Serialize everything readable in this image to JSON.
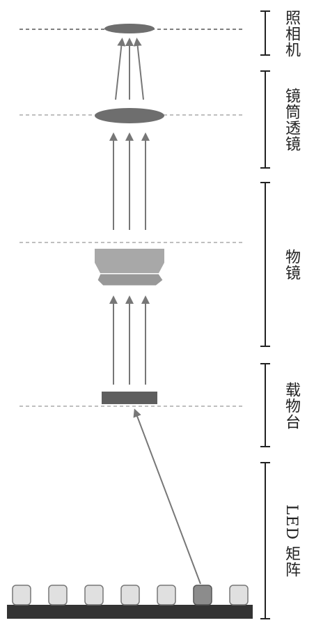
{
  "stages": [
    {
      "id": "camera",
      "label": "照相机"
    },
    {
      "id": "tube-lens",
      "label": "镜筒透镜"
    },
    {
      "id": "objective",
      "label": "物镜"
    },
    {
      "id": "stage",
      "label": "载物台"
    },
    {
      "id": "led-array",
      "label": "LED 矩阵"
    }
  ],
  "led_array": {
    "count": 7,
    "active_index": 5
  },
  "colors": {
    "line": "#555555",
    "arrow": "#777777",
    "lens": "#6e6e6e",
    "objective": "#a8a8a8",
    "stage_plate": "#5e5e5e",
    "base": "#333333",
    "led_off": "#e0e0e0",
    "led_on": "#8c8c8c",
    "bracket": "#222222"
  }
}
